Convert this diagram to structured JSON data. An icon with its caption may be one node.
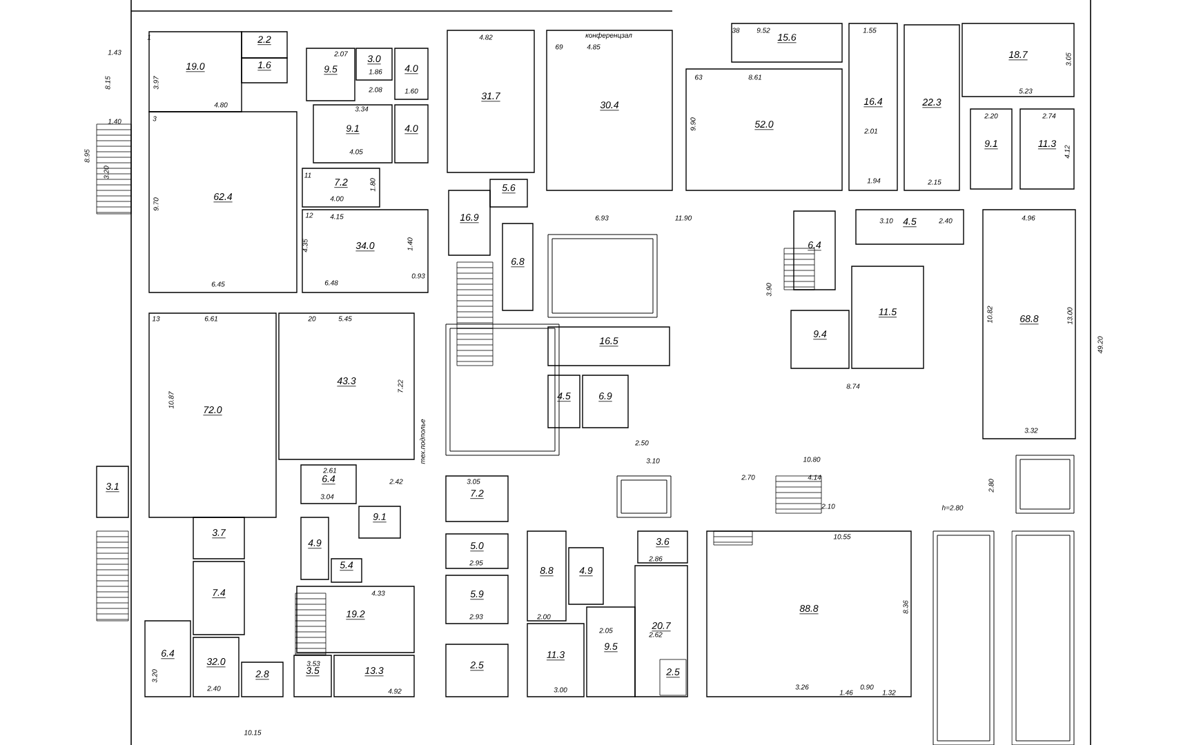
{
  "diagram": {
    "nodes": [
      {
        "text": [
          "19.0"
        ]
      },
      {
        "text": [
          "2.2"
        ]
      },
      {
        "text": [
          "1.6"
        ]
      },
      {
        "text": [
          "62.4"
        ]
      },
      {
        "text": [
          "9.5"
        ]
      },
      {
        "text": [
          "3.0"
        ]
      },
      {
        "text": [
          "4.0"
        ]
      },
      {
        "text": [
          "9.1"
        ]
      },
      {
        "text": [
          "4.0"
        ]
      },
      {
        "text": [
          "7.2"
        ]
      },
      {
        "text": [
          "34.0"
        ]
      },
      {
        "text": [
          "31.7"
        ]
      },
      {
        "text": [
          "30.4"
        ]
      },
      {
        "text": [
          "15.6"
        ]
      },
      {
        "text": [
          "52.0"
        ]
      },
      {
        "text": [
          "16.4"
        ]
      },
      {
        "text": [
          "22.3"
        ]
      },
      {
        "text": [
          "18.7"
        ]
      },
      {
        "text": [
          "9.1"
        ]
      },
      {
        "text": [
          "11.3"
        ]
      },
      {
        "text": [
          "5.6"
        ]
      },
      {
        "text": [
          "16.9"
        ]
      },
      {
        "text": [
          "6.8"
        ]
      },
      {
        "text": [
          "6.4"
        ]
      },
      {
        "text": [
          "4.5"
        ]
      },
      {
        "text": [
          "9.4"
        ]
      },
      {
        "text": [
          "11.5"
        ]
      },
      {
        "text": [
          "68.8"
        ]
      },
      {
        "text": [
          "72.0"
        ]
      },
      {
        "text": [
          "43.3"
        ]
      },
      {
        "text": [
          "3.1"
        ]
      },
      {
        "text": [
          "6.4"
        ]
      },
      {
        "text": [
          "9.1"
        ]
      },
      {
        "text": [
          "4.9"
        ]
      },
      {
        "text": [
          "5.4"
        ]
      },
      {
        "text": [
          "3.7"
        ]
      },
      {
        "text": [
          "7.4"
        ]
      },
      {
        "text": [
          "6.4"
        ]
      },
      {
        "text": [
          "32.0"
        ]
      },
      {
        "text": [
          "2.8"
        ]
      },
      {
        "text": [
          "19.2"
        ]
      },
      {
        "text": [
          "3.5"
        ]
      },
      {
        "text": [
          "13.3"
        ]
      },
      {
        "text": [
          "16.5"
        ]
      },
      {
        "text": [
          "4.5"
        ]
      },
      {
        "text": [
          "6.9"
        ]
      },
      {
        "text": [
          "7.2"
        ]
      },
      {
        "text": [
          "5.0"
        ]
      },
      {
        "text": [
          "5.9"
        ]
      },
      {
        "text": [
          "2.5"
        ]
      },
      {
        "text": [
          "8.8"
        ]
      },
      {
        "text": [
          "4.9"
        ]
      },
      {
        "text": [
          "11.3"
        ]
      },
      {
        "text": [
          "9.5"
        ]
      },
      {
        "text": [
          "3.6"
        ]
      },
      {
        "text": [
          "20.7"
        ]
      },
      {
        "text": [
          "2.5"
        ],
        "in": 55
      },
      {
        "text": [
          "88.8"
        ]
      }
    ],
    "labels": [
      "1",
      "3.97",
      "4.80",
      "3",
      "9.70",
      "6.45",
      "1.43",
      "8.15",
      "1.40",
      "3.20",
      "8.95",
      "2.07",
      "1.86",
      "2.08",
      "1.60",
      "3.34",
      "4.05",
      "11",
      "4.00",
      "1.80",
      "12",
      "4.15",
      "4.35",
      "6.48",
      "1.40",
      "0.93",
      "4.82",
      "69",
      "4.85",
      "38",
      "9.52",
      "63",
      "8.61",
      "9.90",
      "6.93",
      "11.90",
      "3.90",
      "конференцзал",
      "1.55",
      "2.01",
      "1.94",
      "2.15",
      "5.23",
      "3.05",
      "2.20",
      "4.12",
      "2.74",
      "3.10",
      "2.40",
      "4.96",
      "8.74",
      "10.82",
      "13.00",
      "3.32",
      "49.20",
      "13",
      "6.61",
      "20",
      "5.45",
      "10.87",
      "7.22",
      "2.61",
      "3.04",
      "2.42",
      "4.33",
      "4.92",
      "3.53",
      "3.20",
      "2.40",
      "10.15",
      "тех.подполье",
      "3.05",
      "2.95",
      "2.93",
      "2.00",
      "3.00",
      "2.05",
      "2.62",
      "2.86",
      "2.50",
      "3.10",
      "2.70",
      "10.80",
      "4.14",
      "2.10",
      "10.55",
      "8.36",
      "3.26",
      "1.46",
      "0.90",
      "1.32",
      "h=2.80",
      "2.80"
    ]
  }
}
